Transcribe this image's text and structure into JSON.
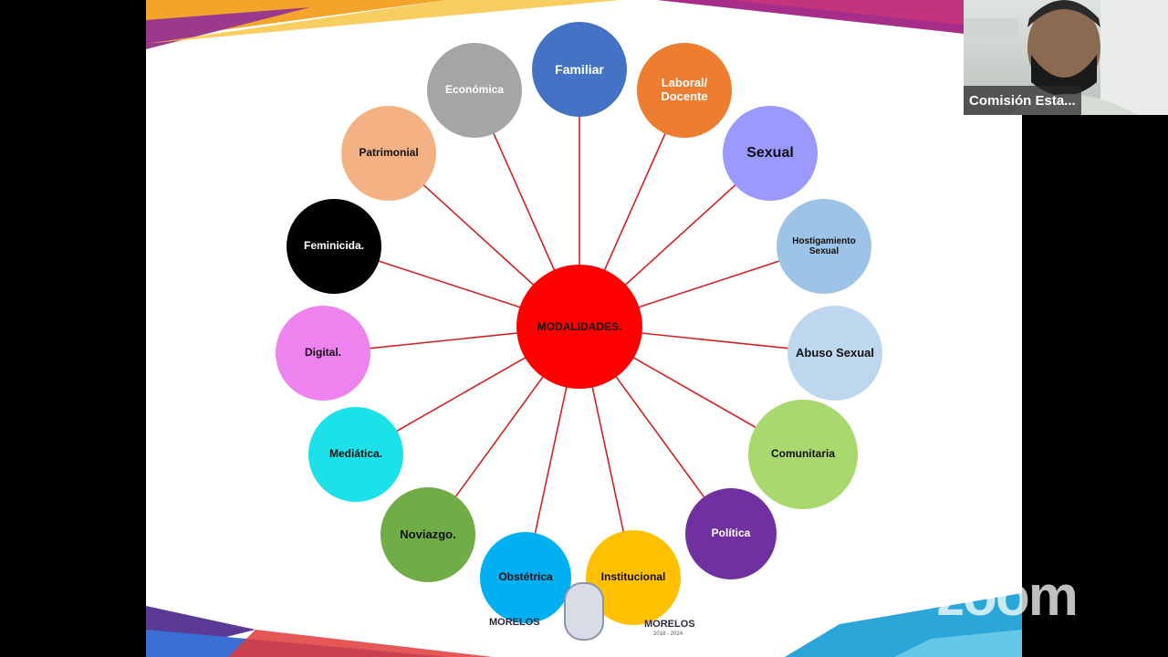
{
  "slide": {
    "center_label": "MODALIDADES.",
    "nodes": [
      {
        "label": "Familiar",
        "color": "#4472c4",
        "text_color": "#ffffff"
      },
      {
        "label": "Laboral/ Docente",
        "color": "#ed7d31",
        "text_color": "#ffffff"
      },
      {
        "label": "Sexual",
        "color": "#9999ff",
        "text_color": "#111111"
      },
      {
        "label": "Hostigamiento Sexual",
        "color": "#9dc3e6",
        "text_color": "#111111"
      },
      {
        "label": "Abuso Sexual",
        "color": "#bdd7ee",
        "text_color": "#111111"
      },
      {
        "label": "Comunitaria",
        "color": "#a9d86e",
        "text_color": "#111111"
      },
      {
        "label": "Política",
        "color": "#7030a0",
        "text_color": "#ffffff"
      },
      {
        "label": "Institucional",
        "color": "#ffc000",
        "text_color": "#111111"
      },
      {
        "label": "Obstétrica",
        "color": "#00b0f0",
        "text_color": "#111111"
      },
      {
        "label": "Noviazgo.",
        "color": "#70ad47",
        "text_color": "#111111"
      },
      {
        "label": "Mediática.",
        "color": "#1ce1e8",
        "text_color": "#111111"
      },
      {
        "label": "Digital.",
        "color": "#ee82ee",
        "text_color": "#111111"
      },
      {
        "label": "Feminicida.",
        "color": "#000000",
        "text_color": "#ffffff"
      },
      {
        "label": "Patrimonial",
        "color": "#f4b183",
        "text_color": "#111111"
      },
      {
        "label": "Económica",
        "color": "#a5a5a5",
        "text_color": "#ffffff"
      }
    ],
    "line_color": "#d62020",
    "logos": {
      "left_text": "MORELOS",
      "right_text": "MORELOS",
      "right_sub": "2018 - 2024"
    }
  },
  "zoom": {
    "participant_name": "Comisión Esta...",
    "watermark": "zoom"
  }
}
